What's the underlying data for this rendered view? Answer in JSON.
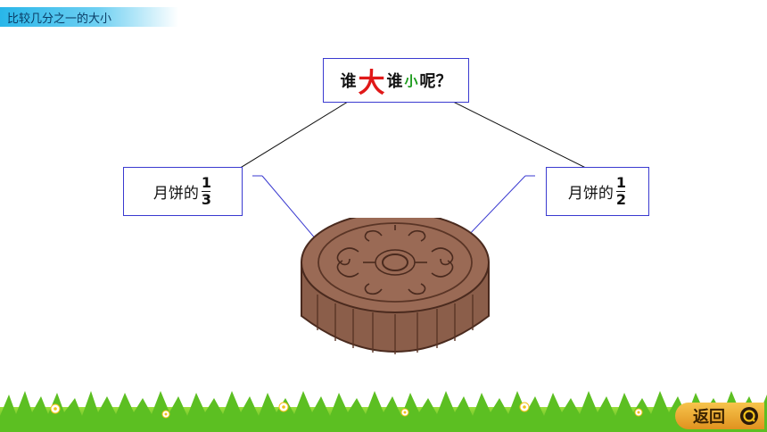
{
  "header": {
    "title": "比较几分之一的大小"
  },
  "question": {
    "part1": "谁",
    "big": "大",
    "part2": "谁",
    "small": "小",
    "part3": "呢？"
  },
  "left_label": {
    "text": "月饼的",
    "numerator": "1",
    "denominator": "3"
  },
  "right_label": {
    "text": "月饼的",
    "numerator": "1",
    "denominator": "2"
  },
  "nav": {
    "back_label": "返回"
  },
  "icons": {
    "cake": "mooncake-image",
    "back": "back-circle-icon"
  },
  "colors": {
    "accent": "#29b6e9",
    "box_border": "#3a3ad0",
    "big": "#e01818",
    "small": "#1a9a1a"
  }
}
